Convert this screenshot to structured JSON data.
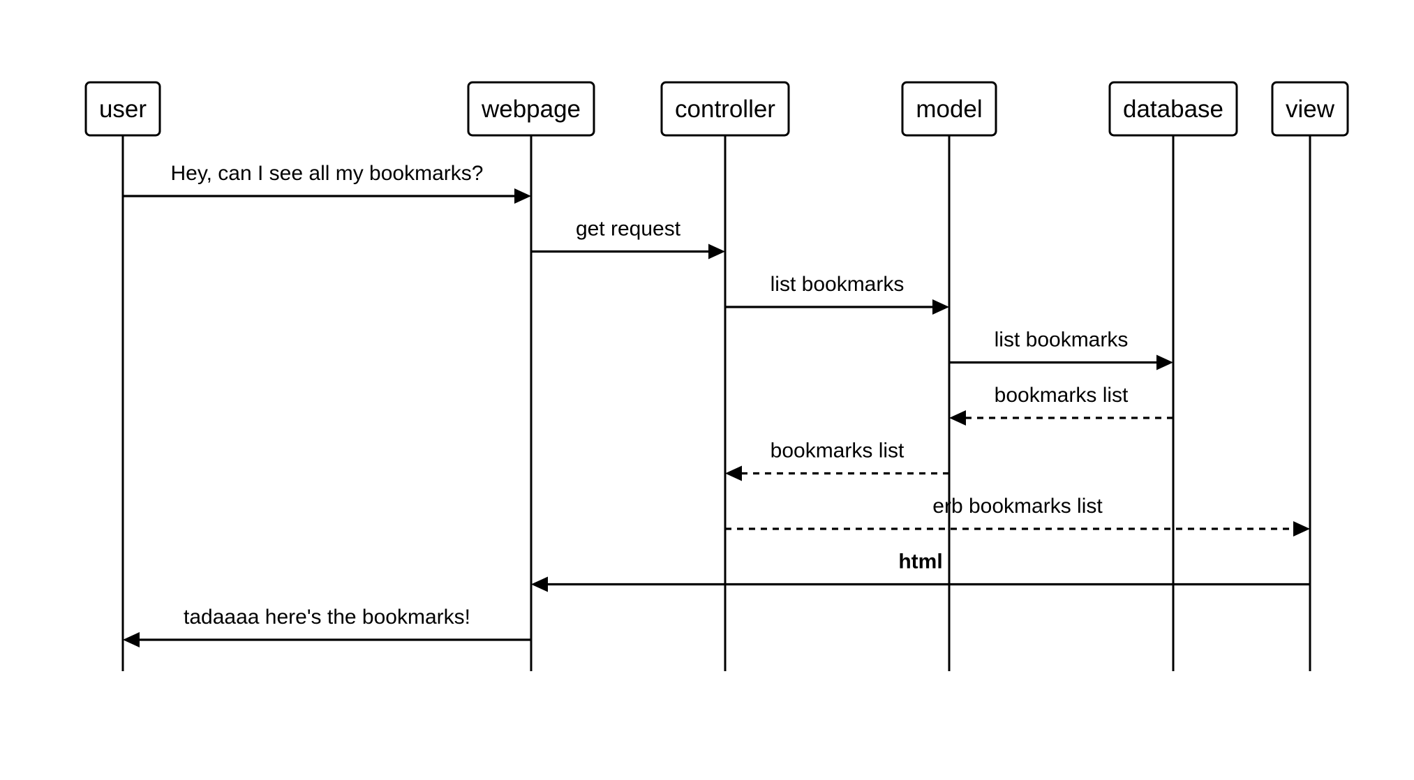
{
  "colors": {
    "background": "#ffffff",
    "stroke": "#000000",
    "text": "#000000"
  },
  "actors": [
    {
      "id": "user",
      "label": "user"
    },
    {
      "id": "webpage",
      "label": "webpage"
    },
    {
      "id": "controller",
      "label": "controller"
    },
    {
      "id": "model",
      "label": "model"
    },
    {
      "id": "database",
      "label": "database"
    },
    {
      "id": "view",
      "label": "view"
    }
  ],
  "messages": [
    {
      "from": "user",
      "to": "webpage",
      "label": "Hey, can I see all my bookmarks?",
      "style": "solid"
    },
    {
      "from": "webpage",
      "to": "controller",
      "label": "get request",
      "style": "solid"
    },
    {
      "from": "controller",
      "to": "model",
      "label": "list bookmarks",
      "style": "solid"
    },
    {
      "from": "model",
      "to": "database",
      "label": "list bookmarks",
      "style": "solid"
    },
    {
      "from": "database",
      "to": "model",
      "label": "bookmarks list",
      "style": "dashed"
    },
    {
      "from": "model",
      "to": "controller",
      "label": "bookmarks list",
      "style": "dashed"
    },
    {
      "from": "controller",
      "to": "view",
      "label": "erb bookmarks list",
      "style": "dashed"
    },
    {
      "from": "view",
      "to": "webpage",
      "label": "html",
      "style": "solid",
      "bold": true
    },
    {
      "from": "webpage",
      "to": "user",
      "label": "tadaaaa here's the bookmarks!",
      "style": "solid"
    }
  ]
}
